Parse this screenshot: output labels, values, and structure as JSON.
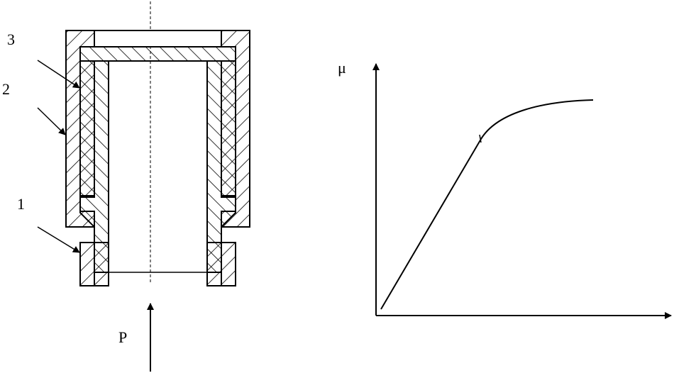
{
  "labels": {
    "part_1": "1",
    "part_2": "2",
    "part_3": "3",
    "force": "P",
    "y_axis": "μ"
  },
  "colors": {
    "ink": "#000000",
    "background": "#ffffff"
  }
}
